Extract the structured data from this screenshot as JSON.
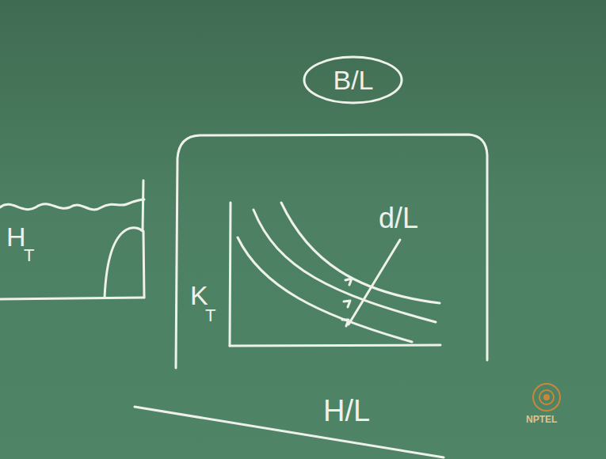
{
  "diagram": {
    "nodes": [
      {
        "text": [
          "B/L"
        ]
      }
    ],
    "labels": [
      "H",
      "T",
      "K",
      "T",
      "d/L",
      "H/L",
      "NPTEL"
    ]
  }
}
